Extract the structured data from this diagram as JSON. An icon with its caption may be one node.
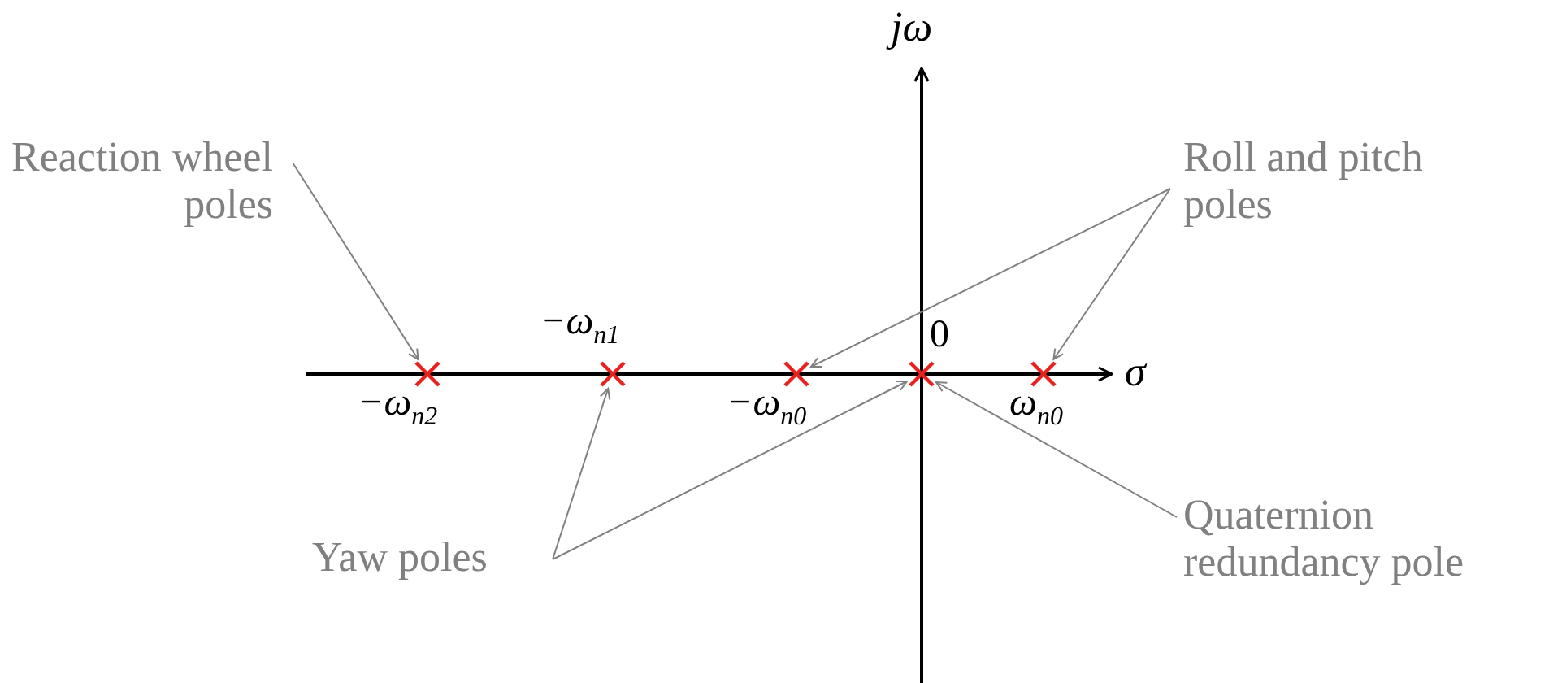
{
  "diagram": {
    "nodes": [
      {
        "text": [
          "Reaction wheel poles"
        ]
      },
      {
        "text": [
          "Roll and pitch poles"
        ]
      },
      {
        "text": [
          "Yaw poles"
        ]
      },
      {
        "text": [
          "Quaternion redundancy pole"
        ]
      },
      {
        "text": [],
        "shape": "cross",
        "beside": [
          "−ω$_{n2}$"
        ]
      },
      {
        "text": [],
        "shape": "cross",
        "beside": [
          "−ω$_{n1}$"
        ]
      },
      {
        "text": [],
        "shape": "cross",
        "beside": [
          "−ω$_{n0}$"
        ]
      },
      {
        "text": [],
        "shape": "cross",
        "beside": [
          "0"
        ]
      },
      {
        "text": [],
        "shape": "cross",
        "beside": [
          "ω$_{n0}$"
        ]
      }
    ],
    "edges": [
      {
        "from": 0,
        "to": 4,
        "arrow": "to"
      },
      {
        "from": 1,
        "to": 6,
        "arrow": "to"
      },
      {
        "from": 1,
        "to": 8,
        "arrow": "to"
      },
      {
        "from": 2,
        "to": 5,
        "arrow": "to"
      },
      {
        "from": 2,
        "to": 7,
        "arrow": "to"
      },
      {
        "from": 3,
        "to": 7,
        "arrow": "to"
      }
    ],
    "labels": [
      "jω",
      "σ"
    ]
  }
}
